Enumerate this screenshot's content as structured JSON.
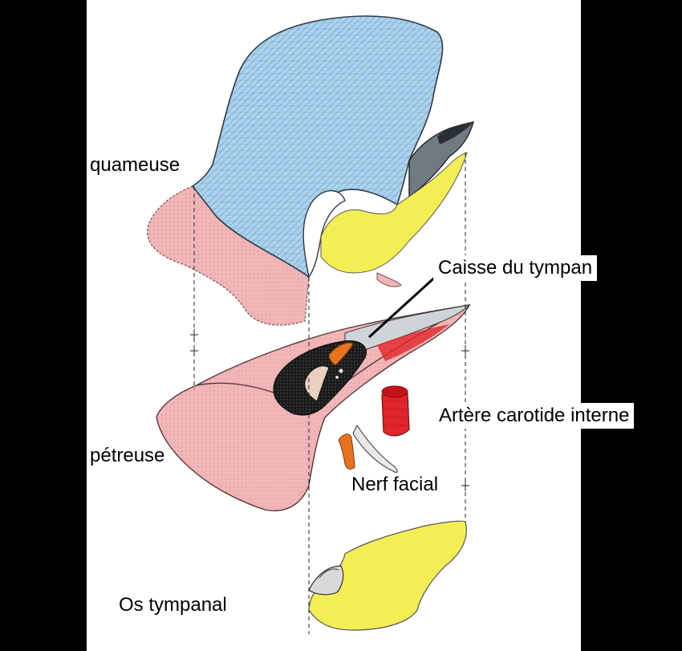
{
  "labels": {
    "squameuse": "quameuse",
    "caisse_du_tympan": "Caisse du tympan",
    "artere_carotide_interne": "Artère carotide interne",
    "petreuse": "pétreuse",
    "nerf_facial": "Nerf facial",
    "os_tympanal": "Os tympanal"
  },
  "colors": {
    "background": "#000000",
    "panel": "#ffffff",
    "squamous_blue": "#a9d3f0",
    "tympanic_yellow": "#f4ee55",
    "petrous_pink": "#f2b6b8",
    "carotid_red": "#e2242b",
    "facial_nerve_orange": "#e8731f",
    "cavity_black": "#1a1a1a"
  }
}
